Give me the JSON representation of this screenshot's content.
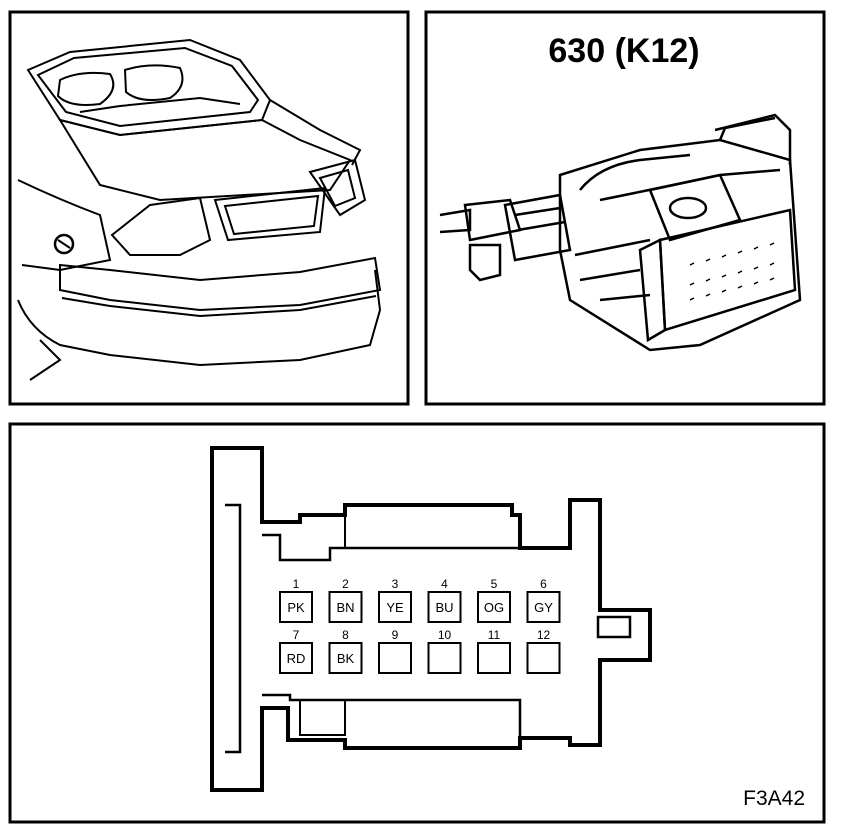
{
  "connector": {
    "title": "630 (K12)",
    "pins": [
      {
        "number": "1",
        "code": "PK"
      },
      {
        "number": "2",
        "code": "BN"
      },
      {
        "number": "3",
        "code": "YE"
      },
      {
        "number": "4",
        "code": "BU"
      },
      {
        "number": "5",
        "code": "OG"
      },
      {
        "number": "6",
        "code": "GY"
      },
      {
        "number": "7",
        "code": "RD"
      },
      {
        "number": "8",
        "code": "BK"
      },
      {
        "number": "9",
        "code": ""
      },
      {
        "number": "10",
        "code": ""
      },
      {
        "number": "11",
        "code": ""
      },
      {
        "number": "12",
        "code": ""
      }
    ]
  },
  "figure_code": "F3A42"
}
